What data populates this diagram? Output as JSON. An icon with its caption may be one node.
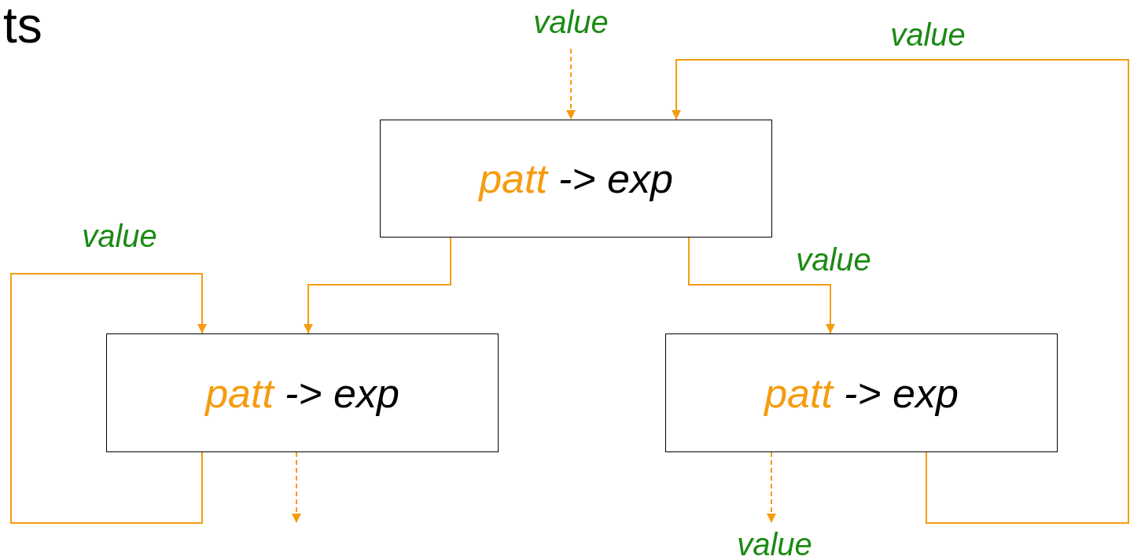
{
  "diagram": {
    "nodes": [
      {
        "text": [
          "patt",
          "-> exp"
        ]
      },
      {
        "text": [
          "patt",
          "-> exp"
        ]
      },
      {
        "text": [
          "patt",
          "-> exp"
        ]
      }
    ],
    "edges": [
      {
        "from": null,
        "to": 0,
        "arrow": "to",
        "style": "dashed",
        "label": "value"
      },
      {
        "from": 2,
        "to": 0,
        "arrow": "to",
        "label": "value"
      },
      {
        "from": 0,
        "to": 1,
        "arrow": "to"
      },
      {
        "from": 1,
        "to": 1,
        "arrow": "to",
        "label": "value"
      },
      {
        "from": 0,
        "to": 2,
        "arrow": "to",
        "label": "value"
      },
      {
        "from": 1,
        "to": null,
        "arrow": "to",
        "style": "dashed"
      },
      {
        "from": 2,
        "to": null,
        "arrow": "to",
        "style": "dashed",
        "label": "value"
      }
    ],
    "labels": [
      "ts"
    ]
  }
}
